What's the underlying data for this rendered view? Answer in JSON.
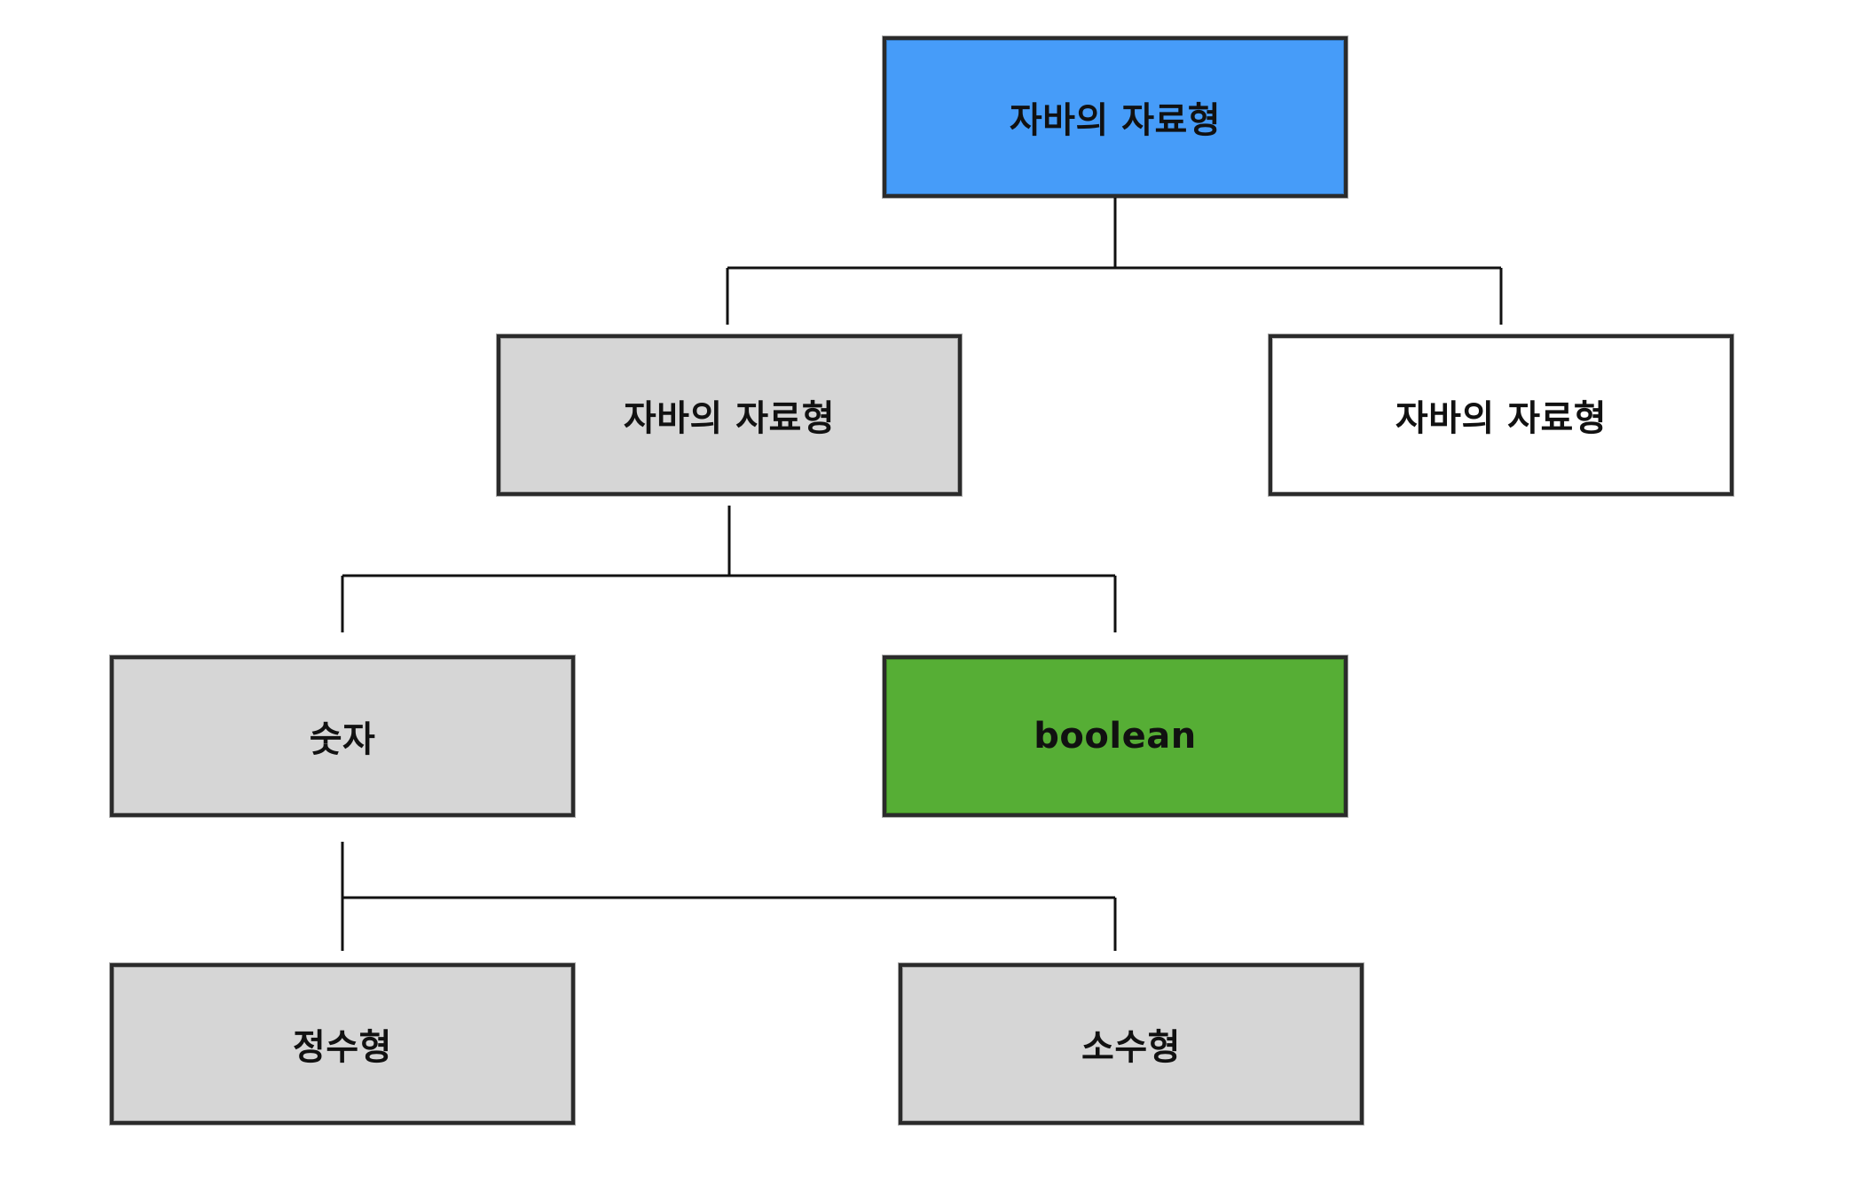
{
  "colors": {
    "root_fill": "#469cf9",
    "gray_fill": "#d6d6d6",
    "white_fill": "#ffffff",
    "green_fill": "#56ae35"
  },
  "nodes": {
    "root": {
      "label": "자바의 자료형"
    },
    "left": {
      "label": "자바의 자료형"
    },
    "right": {
      "label": "자바의 자료형"
    },
    "number": {
      "label": "숫자"
    },
    "boolean": {
      "label": "boolean"
    },
    "integer": {
      "label": "정수형"
    },
    "float": {
      "label": "소수형"
    }
  },
  "edges": [
    {
      "from": "root",
      "to": "left"
    },
    {
      "from": "root",
      "to": "right"
    },
    {
      "from": "left",
      "to": "number"
    },
    {
      "from": "left",
      "to": "boolean"
    },
    {
      "from": "number",
      "to": "integer"
    },
    {
      "from": "number",
      "to": "float"
    }
  ]
}
